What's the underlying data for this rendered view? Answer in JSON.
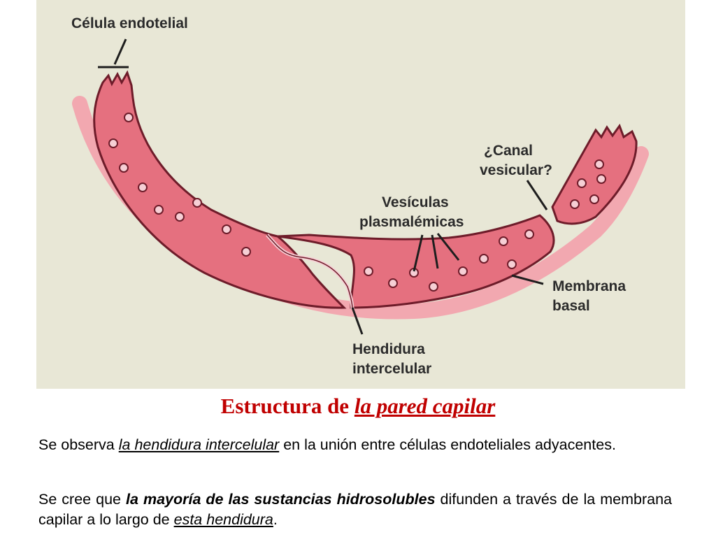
{
  "diagram": {
    "labels": {
      "endothelial_cell": "Célula endotelial",
      "canal_line1": "¿Canal",
      "canal_line2": "vesicular?",
      "vesicles_line1": "Vesículas",
      "vesicles_line2": "plasmalémicas",
      "membrane_line1": "Membrana",
      "membrane_line2": "basal",
      "cleft_line1": "Hendidura",
      "cleft_line2": "intercelular"
    },
    "colors": {
      "background": "#e8e7d6",
      "wall_fill": "#e5707f",
      "wall_outline": "#6e1c2a",
      "basal_membrane": "#f2a8b0",
      "vesicle_fill": "#f6cfd5"
    }
  },
  "title": {
    "prefix": "Estructura de ",
    "emphasis": "la pared capilar",
    "color": "#c00000"
  },
  "paragraph1": {
    "p1": "Se observa ",
    "u1": "la hendidura intercelular",
    "p2": " en la unión entre células endoteliales adyacentes."
  },
  "paragraph2": {
    "p1": "Se cree que ",
    "b1": "la mayoría de las sustancias hidrosolubles",
    "p2": " difunden a través de la membrana capilar a lo largo de ",
    "u1": "esta hendidura",
    "p3": "."
  }
}
